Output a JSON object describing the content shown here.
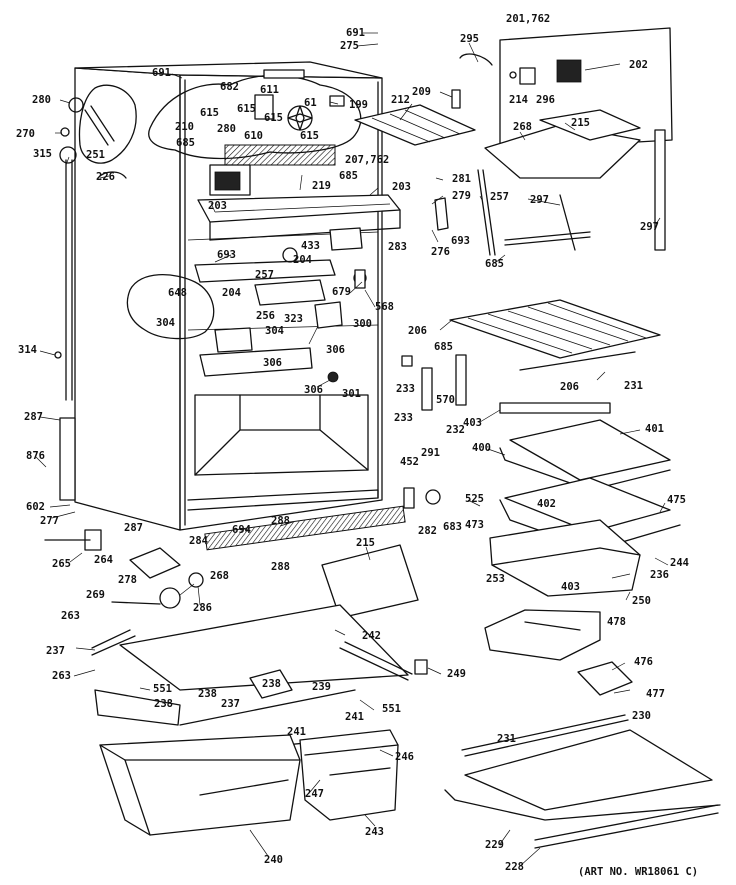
{
  "art_number": "(ART NO. WR18061 C)",
  "labels": [
    {
      "id": "691a",
      "text": "691"
    },
    {
      "id": "275",
      "text": "275"
    },
    {
      "id": "201_762",
      "text": "201,762"
    },
    {
      "id": "295",
      "text": "295"
    },
    {
      "id": "202",
      "text": "202"
    },
    {
      "id": "691b",
      "text": "691"
    },
    {
      "id": "682",
      "text": "682"
    },
    {
      "id": "611",
      "text": "611"
    },
    {
      "id": "280a",
      "text": "280"
    },
    {
      "id": "270",
      "text": "270"
    },
    {
      "id": "251",
      "text": "251"
    },
    {
      "id": "210",
      "text": "210"
    },
    {
      "id": "280b",
      "text": "280"
    },
    {
      "id": "685a",
      "text": "685"
    },
    {
      "id": "615a",
      "text": "615"
    },
    {
      "id": "615b",
      "text": "615"
    },
    {
      "id": "615c",
      "text": "615"
    },
    {
      "id": "615d",
      "text": "615"
    },
    {
      "id": "610",
      "text": "610"
    },
    {
      "id": "61",
      "text": "61"
    },
    {
      "id": "199",
      "text": "199"
    },
    {
      "id": "212",
      "text": "212"
    },
    {
      "id": "209",
      "text": "209"
    },
    {
      "id": "214",
      "text": "214"
    },
    {
      "id": "296",
      "text": "296"
    },
    {
      "id": "268",
      "text": "268"
    },
    {
      "id": "215a",
      "text": "215"
    },
    {
      "id": "315",
      "text": "315"
    },
    {
      "id": "226",
      "text": "226"
    },
    {
      "id": "207_762",
      "text": "207,762"
    },
    {
      "id": "685b",
      "text": "685"
    },
    {
      "id": "219",
      "text": "219"
    },
    {
      "id": "203a",
      "text": "203"
    },
    {
      "id": "281",
      "text": "281"
    },
    {
      "id": "279",
      "text": "279"
    },
    {
      "id": "257",
      "text": "257"
    },
    {
      "id": "297a",
      "text": "297"
    },
    {
      "id": "297b",
      "text": "297"
    },
    {
      "id": "203b",
      "text": "203"
    },
    {
      "id": "283",
      "text": "283"
    },
    {
      "id": "276",
      "text": "276"
    },
    {
      "id": "693a",
      "text": "693"
    },
    {
      "id": "685c",
      "text": "685"
    },
    {
      "id": "433",
      "text": "433"
    },
    {
      "id": "693b",
      "text": "693"
    },
    {
      "id": "204a",
      "text": "204"
    },
    {
      "id": "257b",
      "text": "257"
    },
    {
      "id": "648",
      "text": "648"
    },
    {
      "id": "679",
      "text": "679"
    },
    {
      "id": "568",
      "text": "568"
    },
    {
      "id": "204b",
      "text": "204"
    },
    {
      "id": "256",
      "text": "256"
    },
    {
      "id": "323",
      "text": "323"
    },
    {
      "id": "300",
      "text": "300"
    },
    {
      "id": "304a",
      "text": "304"
    },
    {
      "id": "304b",
      "text": "304"
    },
    {
      "id": "306a",
      "text": "306"
    },
    {
      "id": "306b",
      "text": "306"
    },
    {
      "id": "306c",
      "text": "306"
    },
    {
      "id": "301",
      "text": "301"
    },
    {
      "id": "314",
      "text": "314"
    },
    {
      "id": "206a",
      "text": "206"
    },
    {
      "id": "206b",
      "text": "206"
    },
    {
      "id": "685d",
      "text": "685"
    },
    {
      "id": "233a",
      "text": "233"
    },
    {
      "id": "231a",
      "text": "231"
    },
    {
      "id": "570",
      "text": "570"
    },
    {
      "id": "233b",
      "text": "233"
    },
    {
      "id": "232",
      "text": "232"
    },
    {
      "id": "287a",
      "text": "287"
    },
    {
      "id": "403",
      "text": "403"
    },
    {
      "id": "401",
      "text": "401"
    },
    {
      "id": "400",
      "text": "400"
    },
    {
      "id": "876",
      "text": "876"
    },
    {
      "id": "291",
      "text": "291"
    },
    {
      "id": "452",
      "text": "452"
    },
    {
      "id": "525",
      "text": "525"
    },
    {
      "id": "402",
      "text": "402"
    },
    {
      "id": "475",
      "text": "475"
    },
    {
      "id": "602",
      "text": "602"
    },
    {
      "id": "277",
      "text": "277"
    },
    {
      "id": "473",
      "text": "473"
    },
    {
      "id": "282",
      "text": "282"
    },
    {
      "id": "683",
      "text": "683"
    },
    {
      "id": "694",
      "text": "694"
    },
    {
      "id": "288a",
      "text": "288"
    },
    {
      "id": "287b",
      "text": "287"
    },
    {
      "id": "284",
      "text": "284"
    },
    {
      "id": "244",
      "text": "244"
    },
    {
      "id": "265",
      "text": "265"
    },
    {
      "id": "264",
      "text": "264"
    },
    {
      "id": "288b",
      "text": "288"
    },
    {
      "id": "215b",
      "text": "215"
    },
    {
      "id": "403b",
      "text": "403"
    },
    {
      "id": "236",
      "text": "236"
    },
    {
      "id": "278",
      "text": "278"
    },
    {
      "id": "268b",
      "text": "268"
    },
    {
      "id": "253",
      "text": "253"
    },
    {
      "id": "250",
      "text": "250"
    },
    {
      "id": "269",
      "text": "269"
    },
    {
      "id": "286",
      "text": "286"
    },
    {
      "id": "478",
      "text": "478"
    },
    {
      "id": "263a",
      "text": "263"
    },
    {
      "id": "242",
      "text": "242"
    },
    {
      "id": "237a",
      "text": "237"
    },
    {
      "id": "249",
      "text": "249"
    },
    {
      "id": "263b",
      "text": "263"
    },
    {
      "id": "476",
      "text": "476"
    },
    {
      "id": "551a",
      "text": "551"
    },
    {
      "id": "238a",
      "text": "238"
    },
    {
      "id": "239",
      "text": "239"
    },
    {
      "id": "477",
      "text": "477"
    },
    {
      "id": "238b",
      "text": "238"
    },
    {
      "id": "238c",
      "text": "238"
    },
    {
      "id": "237b",
      "text": "237"
    },
    {
      "id": "551b",
      "text": "551"
    },
    {
      "id": "241a",
      "text": "241"
    },
    {
      "id": "241b",
      "text": "241"
    },
    {
      "id": "231b",
      "text": "231"
    },
    {
      "id": "230",
      "text": "230"
    },
    {
      "id": "246",
      "text": "246"
    },
    {
      "id": "247",
      "text": "247"
    },
    {
      "id": "243",
      "text": "243"
    },
    {
      "id": "240",
      "text": "240"
    },
    {
      "id": "229",
      "text": "229"
    },
    {
      "id": "228",
      "text": "228"
    }
  ]
}
